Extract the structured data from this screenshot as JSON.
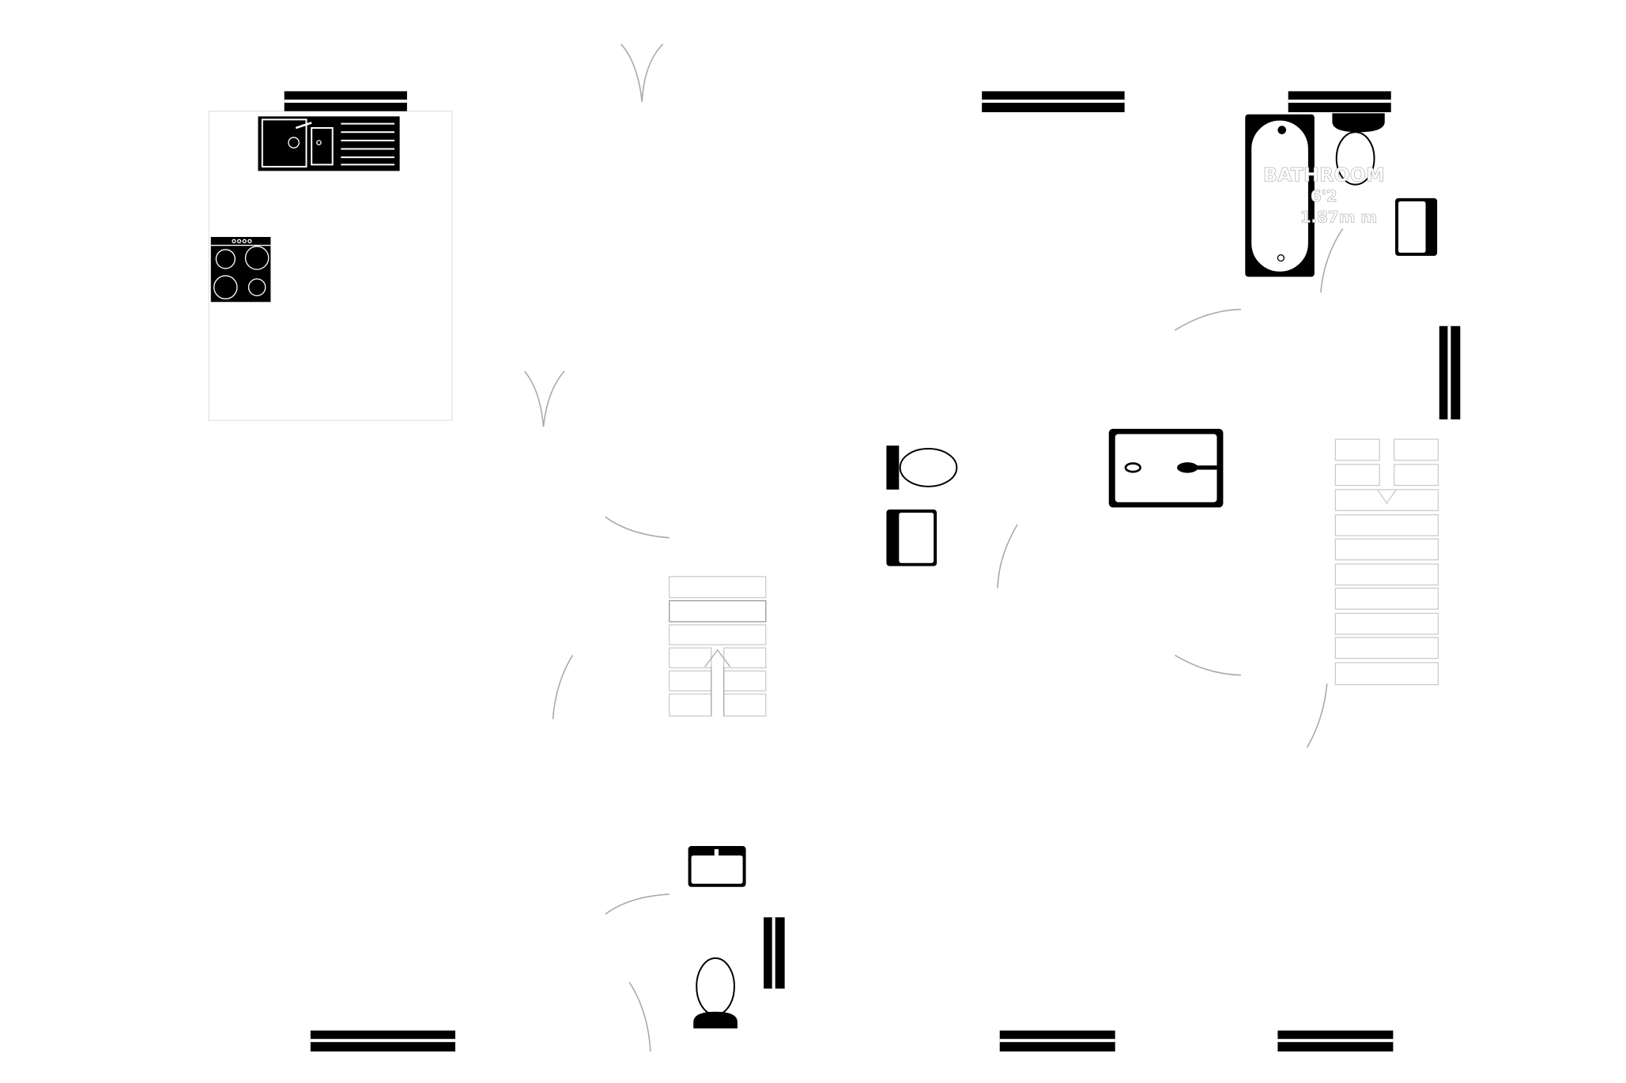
{
  "floorplan": {
    "rooms": [
      {
        "name": "BATHROOM",
        "dims_imperial": "6'2",
        "dims_metric": "1.87m      m"
      }
    ],
    "colors": {
      "wall": "#000000",
      "door_arc": "#aaaaaa",
      "outline": "#dddddd"
    }
  }
}
